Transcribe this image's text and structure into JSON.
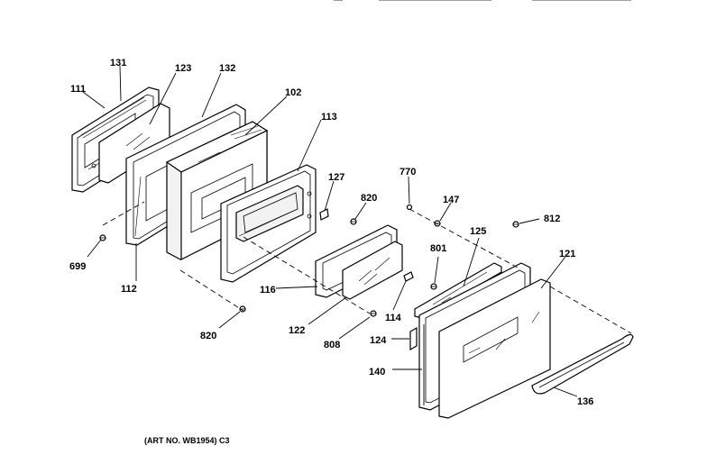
{
  "diagram": {
    "part_labels": {
      "p111": "111",
      "p131": "131",
      "p123": "123",
      "p132": "132",
      "p102": "102",
      "p113": "113",
      "p127": "127",
      "p820a": "820",
      "p770": "770",
      "p147": "147",
      "p812": "812",
      "p699": "699",
      "p112": "112",
      "p116": "116",
      "p122": "122",
      "p114": "114",
      "p801": "801",
      "p125": "125",
      "p121": "121",
      "p820b": "820",
      "p808": "808",
      "p124": "124",
      "p140": "140",
      "p136": "136"
    },
    "caption": "(ART NO. WB1954) C3"
  }
}
